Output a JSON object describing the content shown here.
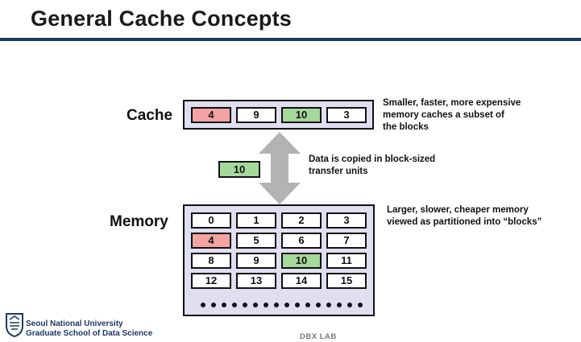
{
  "title": "General Cache Concepts",
  "cache": {
    "label": "Cache",
    "blocks": [
      {
        "value": "4",
        "highlight": "red"
      },
      {
        "value": "9",
        "highlight": "none"
      },
      {
        "value": "10",
        "highlight": "green"
      },
      {
        "value": "3",
        "highlight": "none"
      }
    ],
    "note": [
      "Smaller, faster, more expensive",
      "memory caches a  subset of",
      "the blocks"
    ]
  },
  "transfer": {
    "block": "10",
    "note": [
      "Data is copied in block-sized",
      "transfer units"
    ]
  },
  "memory": {
    "label": "Memory",
    "rows": [
      [
        {
          "value": "0",
          "highlight": "none"
        },
        {
          "value": "1",
          "highlight": "none"
        },
        {
          "value": "2",
          "highlight": "none"
        },
        {
          "value": "3",
          "highlight": "none"
        }
      ],
      [
        {
          "value": "4",
          "highlight": "red"
        },
        {
          "value": "5",
          "highlight": "none"
        },
        {
          "value": "6",
          "highlight": "none"
        },
        {
          "value": "7",
          "highlight": "none"
        }
      ],
      [
        {
          "value": "8",
          "highlight": "none"
        },
        {
          "value": "9",
          "highlight": "none"
        },
        {
          "value": "10",
          "highlight": "green"
        },
        {
          "value": "11",
          "highlight": "none"
        }
      ],
      [
        {
          "value": "12",
          "highlight": "none"
        },
        {
          "value": "13",
          "highlight": "none"
        },
        {
          "value": "14",
          "highlight": "none"
        },
        {
          "value": "15",
          "highlight": "none"
        }
      ]
    ],
    "note": [
      "Larger, slower, cheaper memory",
      "viewed as partitioned into “blocks”"
    ]
  },
  "footer": {
    "university": "Seoul National University",
    "school": "Graduate School of Data Science",
    "lab": "DBX LAB"
  },
  "colors": {
    "title_rule": "#1f3864",
    "panel": "#dfdff0",
    "red_block": "#f4a3a3",
    "green_block": "#a6d89c",
    "arrow": "#b3b3b3"
  }
}
